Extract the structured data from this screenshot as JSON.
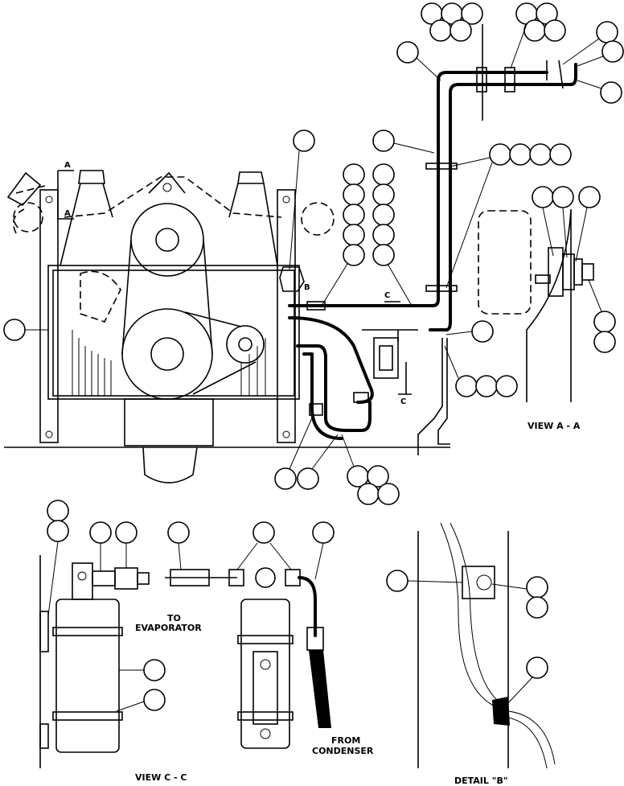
{
  "labels": {
    "view_aa": "VIEW  A - A",
    "view_cc": "VIEW  C - C",
    "detail_b": "DETAIL  \"B\"",
    "to_evaporator_1": "TO",
    "to_evaporator_2": "EVAPORATOR",
    "from_condenser_1": "FROM",
    "from_condenser_2": "CONDENSER",
    "section_a": "A",
    "section_c": "C",
    "detail_marker_b": "B"
  },
  "colors": {
    "line": "#000000",
    "background": "#ffffff"
  }
}
